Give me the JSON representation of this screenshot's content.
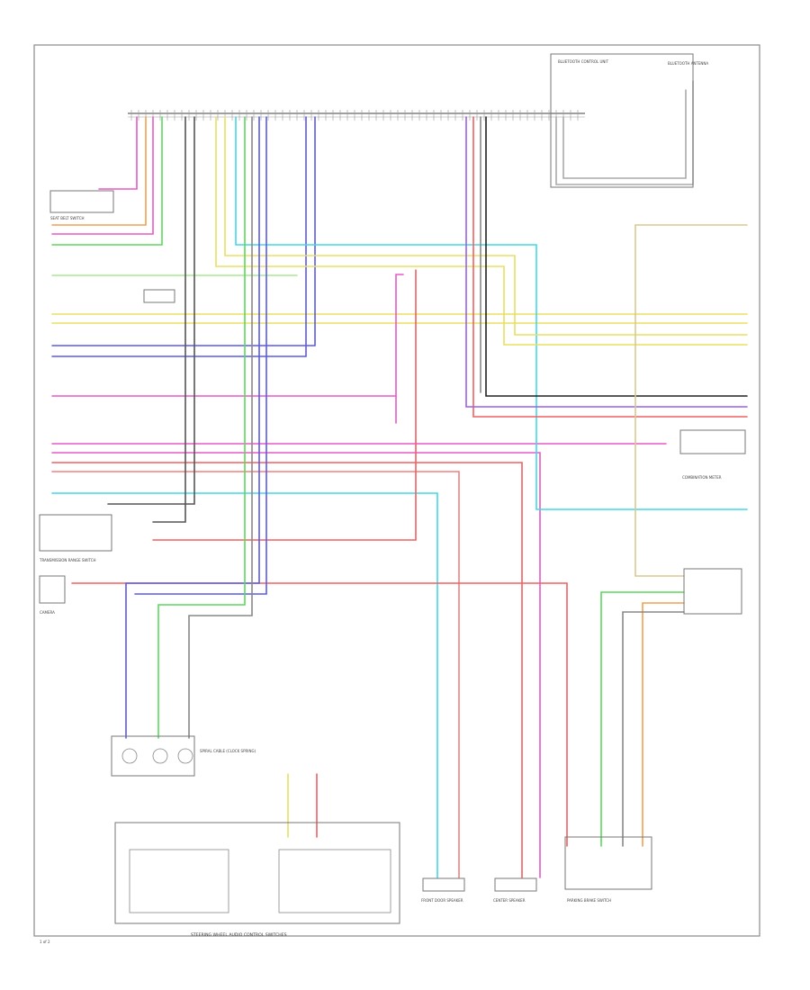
{
  "diagram": {
    "components": {
      "steering_wheel_audio_control_switches": "STEERING WHEEL AUDIO CONTROL SWITCHES",
      "combination_meter": "COMBINATION METER",
      "transmission_range_switch": "TRANSMISSION RANGE SWITCH",
      "front_door_speaker": "FRONT DOOR SPEAKER",
      "center_speaker": "CENTER SPEAKER",
      "parking_brake_switch": "PARKING BRAKE SWITCH",
      "bluetooth_antenna": "BLUETOOTH ANTENNA",
      "bluetooth_control_unit": "BLUETOOTH CONTROL UNIT",
      "spiral_cable": "SPIRAL CABLE (CLOCK SPRING)",
      "camera": "CAMERA",
      "seat_belt_switch": "SEAT BELT SWITCH"
    },
    "wire_colors": {
      "pink": "#e85ac8",
      "orange": "#f0a050",
      "yellow": "#e8e060",
      "green": "#5cd85c",
      "red": "#f06060",
      "blue": "#5a5ae8",
      "cyan": "#40d8e8",
      "black": "#222222",
      "violet": "#9a60e8",
      "gray": "#888888",
      "tan": "#d8c890",
      "light_green": "#a8e890",
      "salmon": "#f08080"
    },
    "page_number": "1 of 2"
  }
}
